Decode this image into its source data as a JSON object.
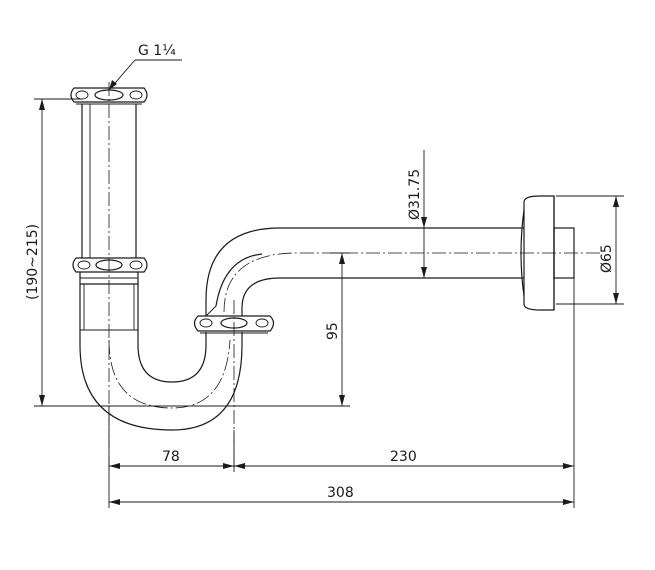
{
  "dimensions": {
    "thread": "G 1¼",
    "height_range": "(190~215)",
    "outlet_diameter": "Ø31.75",
    "wall_flange_diameter": "Ø65",
    "trap_depth": "95",
    "width_left": "78",
    "width_right": "230",
    "total_width": "308"
  }
}
